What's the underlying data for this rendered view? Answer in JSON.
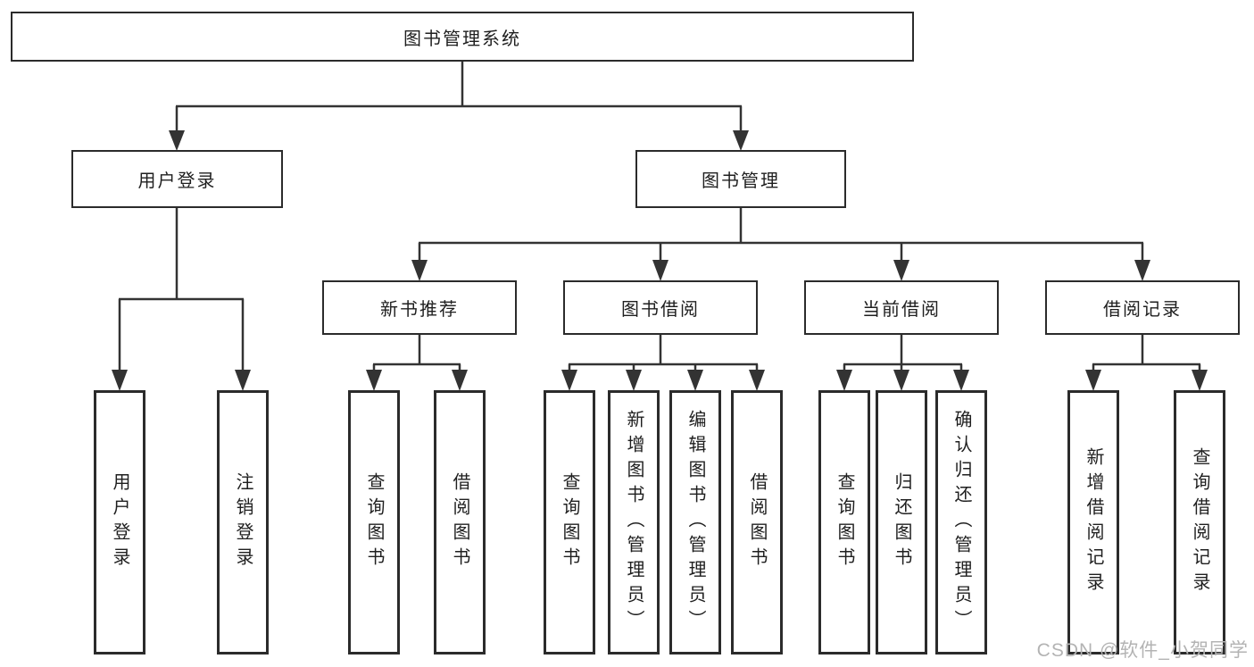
{
  "diagram": {
    "root": {
      "label": "图书管理系统"
    },
    "branches": [
      {
        "label": "用户登录",
        "children": [
          {
            "label": "用户登录"
          },
          {
            "label": "注销登录"
          }
        ]
      },
      {
        "label": "图书管理",
        "children": [
          {
            "label": "新书推荐",
            "children": [
              {
                "label": "查询图书"
              },
              {
                "label": "借阅图书"
              }
            ]
          },
          {
            "label": "图书借阅",
            "children": [
              {
                "label": "查询图书"
              },
              {
                "label": "新增图书（管理员）"
              },
              {
                "label": "编辑图书（管理员）"
              },
              {
                "label": "借阅图书"
              }
            ]
          },
          {
            "label": "当前借阅",
            "children": [
              {
                "label": "查询图书"
              },
              {
                "label": "归还图书"
              },
              {
                "label": "确认归还（管理员）"
              }
            ]
          },
          {
            "label": "借阅记录",
            "children": [
              {
                "label": "新增借阅记录"
              },
              {
                "label": "查询借阅记录"
              }
            ]
          }
        ]
      }
    ]
  },
  "watermark": {
    "text": "CSDN @软件_小贺同学"
  },
  "colors": {
    "line": "#333333",
    "box_border": "#2b2b2b",
    "box_fill": "#ffffff",
    "text": "#1f1f1f",
    "watermark": "#b3b3b3",
    "background": "#ffffff"
  }
}
